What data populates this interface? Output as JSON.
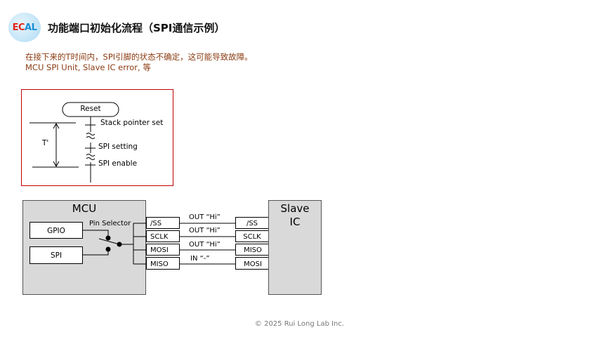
{
  "header": {
    "logo_left": "EC",
    "logo_right": "AL",
    "title": "功能端口初始化流程（SPI通信示例）"
  },
  "notes": {
    "line1": "在接下来的T时间内，SPI引脚的状态不确定，这可能导致故障。",
    "line2": "MCU SPI Unit, Slave IC error, 等"
  },
  "timing": {
    "reset": "Reset",
    "t_label": "T'",
    "steps": [
      "Stack pointer set",
      "SPI setting",
      "SPI enable"
    ]
  },
  "mcu": {
    "title": "MCU",
    "gpio": "GPIO",
    "spi": "SPI",
    "selector": "Pin Selector",
    "pins": [
      "/SS",
      "SCLK",
      "MOSI",
      "MISO"
    ]
  },
  "signals": [
    "OUT “Hi”",
    "OUT “Hi”",
    "OUT “Hi”",
    "IN “-”"
  ],
  "slave": {
    "title_line1": "Slave",
    "title_line2": "IC",
    "pins": [
      "/SS",
      "SCLK",
      "MISO",
      "MOSI"
    ]
  },
  "colors": {
    "border_red": "#c00000",
    "note_text": "#8a3b12",
    "block_fill": "#d9d9d9"
  },
  "footer": "© 2025 Rui Long Lab Inc."
}
